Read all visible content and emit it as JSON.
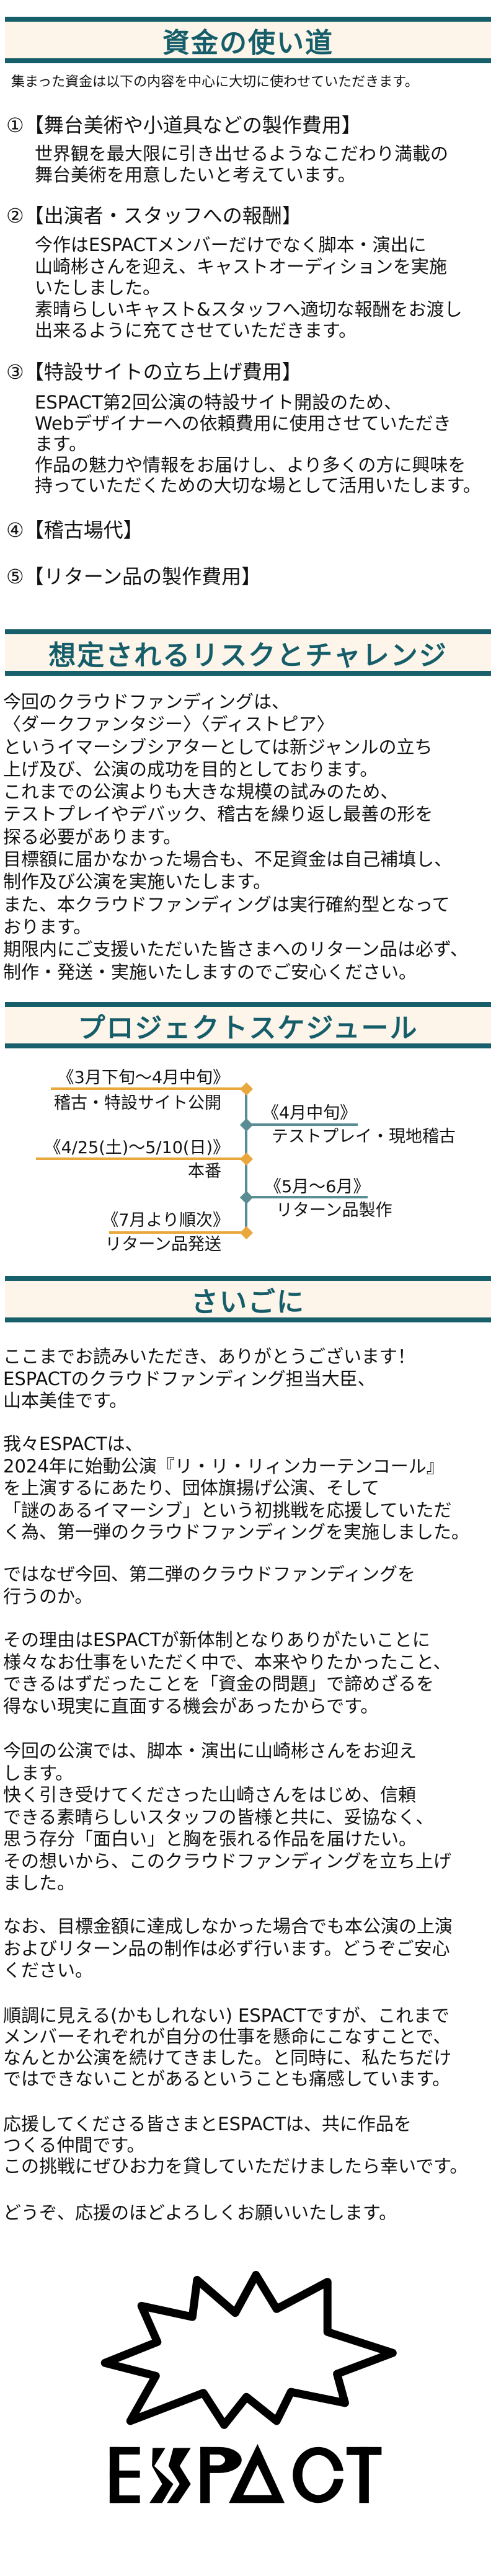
{
  "colors": {
    "accent": "#175f6a",
    "header_bg": "#fdf4ea",
    "orange": "#e8a83e",
    "teal_light": "#5a8c93"
  },
  "funds": {
    "title": "資金の使い道",
    "intro": "集まった資金は以下の内容を中心に大切に使わせていただきます。",
    "items": [
      {
        "heading": "①【舞台美術や小道具などの製作費用】",
        "lines": [
          "世界観を最大限に引き出せるようなこだわり満載の",
          "舞台美術を用意したいと考えています。"
        ]
      },
      {
        "heading": "②【出演者・スタッフへの報酬】",
        "lines": [
          "今作はESPACTメンバーだけでなく脚本・演出に",
          "山崎彬さんを迎え、キャストオーディションを実施",
          "いたしました。",
          "素晴らしいキャスト&スタッフへ適切な報酬をお渡し",
          "出来るように充てさせていただきます。"
        ]
      },
      {
        "heading": "③【特設サイトの立ち上げ費用】",
        "lines": [
          "ESPACT第2回公演の特設サイト開設のため、",
          "Webデザイナーへの依頼費用に使用させていただき",
          "ます。",
          "作品の魅力や情報をお届けし、より多くの方に興味を",
          "持っていただくための大切な場として活用いたします。"
        ]
      },
      {
        "heading": "④【稽古場代】",
        "lines": []
      },
      {
        "heading": "⑤【リターン品の製作費用】",
        "lines": []
      }
    ]
  },
  "risks": {
    "title": "想定されるリスクとチャレンジ",
    "lines": [
      "今回のクラウドファンディングは、",
      "〈ダークファンタジー〉〈ディストピア〉",
      "というイマーシブシアターとしては新ジャンルの立ち",
      "上げ及び、公演の成功を目的としております。",
      "これまでの公演よりも大きな規模の試みのため、",
      "テストプレイやデバック、稽古を繰り返し最善の形を",
      "探る必要があります。",
      "目標額に届かなかった場合も、不足資金は自己補填し、",
      "制作及び公演を実施いたします。",
      "また、本クラウドファンディングは実行確約型となって",
      "おります。",
      "期限内にご支援いただいた皆さまへのリターン品は必ず、",
      "制作・発送・実施いたしますのでご安心ください。"
    ]
  },
  "schedule": {
    "title": "プロジェクトスケジュール",
    "events": [
      {
        "date": "《3月下旬～4月中旬》",
        "label": "稽古・特設サイト公開"
      },
      {
        "date": "《4月中旬》",
        "label": "テストプレイ・現地稽古"
      },
      {
        "date": "《4/25(土)～5/10(日)》",
        "label": "本番"
      },
      {
        "date": "《5月～6月》",
        "label": "リターン品製作"
      },
      {
        "date": "《7月より順次》",
        "label": "リターン品発送"
      }
    ]
  },
  "closing": {
    "title": "さいごに",
    "paragraphs": [
      [
        "ここまでお読みいただき、ありがとうございます！",
        "ESPACTのクラウドファンディング担当大臣、",
        "山本美佳です。"
      ],
      [
        "我々ESPACTは、",
        "2024年に始動公演『リ・リ・リィンカーテンコール』",
        "を上演するにあたり、団体旗揚げ公演、そして",
        "「謎のあるイマーシブ」という初挑戦を応援していただ",
        "く為、第一弾のクラウドファンディングを実施しました。"
      ],
      [
        "ではなぜ今回、第二弾のクラウドファンディングを",
        "行うのか。"
      ],
      [
        "その理由はESPACTが新体制となりありがたいことに",
        "様々なお仕事をいただく中で、本来やりたかったこと、",
        "できるはずだったことを「資金の問題」で諦めざるを",
        "得ない現実に直面する機会があったからです。"
      ],
      [
        "今回の公演では、脚本・演出に山崎彬さんをお迎え",
        "します。",
        "快く引き受けてくださった山崎さんをはじめ、信頼",
        "できる素晴らしいスタッフの皆様と共に、妥協なく、",
        "思う存分「面白い」と胸を張れる作品を届けたい。",
        "その想いから、このクラウドファンディングを立ち上げ",
        "ました。"
      ],
      [
        "なお、目標金額に達成しなかった場合でも本公演の上演",
        "およびリターン品の制作は必ず行います。どうぞご安心",
        "ください。"
      ],
      [
        "順調に見える(かもしれない) ESPACTですが、これまで",
        "メンバーそれぞれが自分の仕事を懸命にこなすことで、",
        "なんとか公演を続けてきました。と同時に、私たちだけ",
        "ではできないことがあるということも痛感しています。"
      ],
      [
        "応援してくださる皆さまとESPACTは、共に作品を",
        "つくる仲間です。",
        "この挑戦にぜひお力を貸していただけましたら幸いです。"
      ],
      [
        "どうぞ、応援のほどよろしくお願いいたします。"
      ]
    ]
  },
  "logo": {
    "text": "ESPACT",
    "icon": "burst-star-icon"
  }
}
